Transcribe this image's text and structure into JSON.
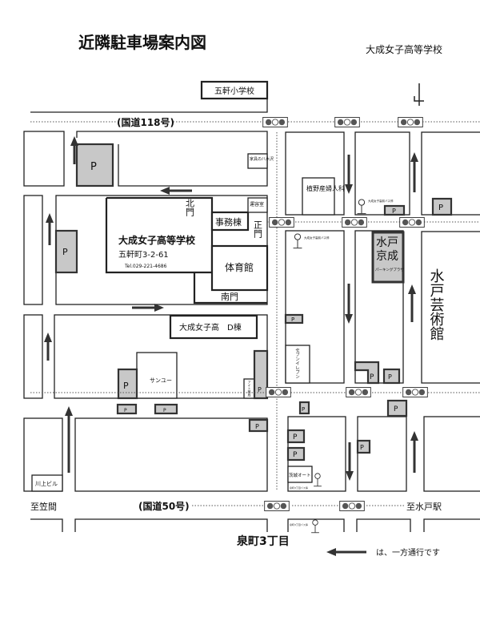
{
  "header": {
    "title": "近隣駐車場案内図",
    "organization": "大成女子高等学校"
  },
  "roads": {
    "route_118": "(国道118号)",
    "route_50": "(国道50号)",
    "to_kasama": "至笠間",
    "to_mito_station": "至水戸駅",
    "intersection": "泉町3丁目"
  },
  "school": {
    "name": "大成女子高等学校",
    "address": "五軒町3-2-61",
    "tel": "Tel.029-221-4686",
    "north_gate": "北門",
    "main_gate": "正門",
    "south_gate": "南門",
    "office_building": "事務棟",
    "gym": "体育館",
    "salon": "運容室",
    "d_building": "大成女子高　D棟"
  },
  "landmarks": {
    "elementary_school": "五軒小学校",
    "furniture_store": "家具の八木沢",
    "clinic": "植野産婦人科",
    "keisei_parking_line1": "水戸",
    "keisei_parking_line2": "京成",
    "keisei_parking_sub": "パーキングプラザ",
    "art_tower": "水戸芸術館",
    "seven_eleven": "セブンイレブン",
    "sanyu": "サンユー",
    "pharmacy": "アイト薬局",
    "kawakami_building": "川上ビル",
    "ibaraki_auto": "茨城オート",
    "bus_stop_school": "大成女子高前バス停",
    "bus_stop_izumicho": "泉町3丁目バス停"
  },
  "parking_label": "P",
  "legend": {
    "one_way_text": "は、一方通行です"
  },
  "colors": {
    "parking_fill": "#c8c8c8",
    "arrow": "#333333"
  }
}
